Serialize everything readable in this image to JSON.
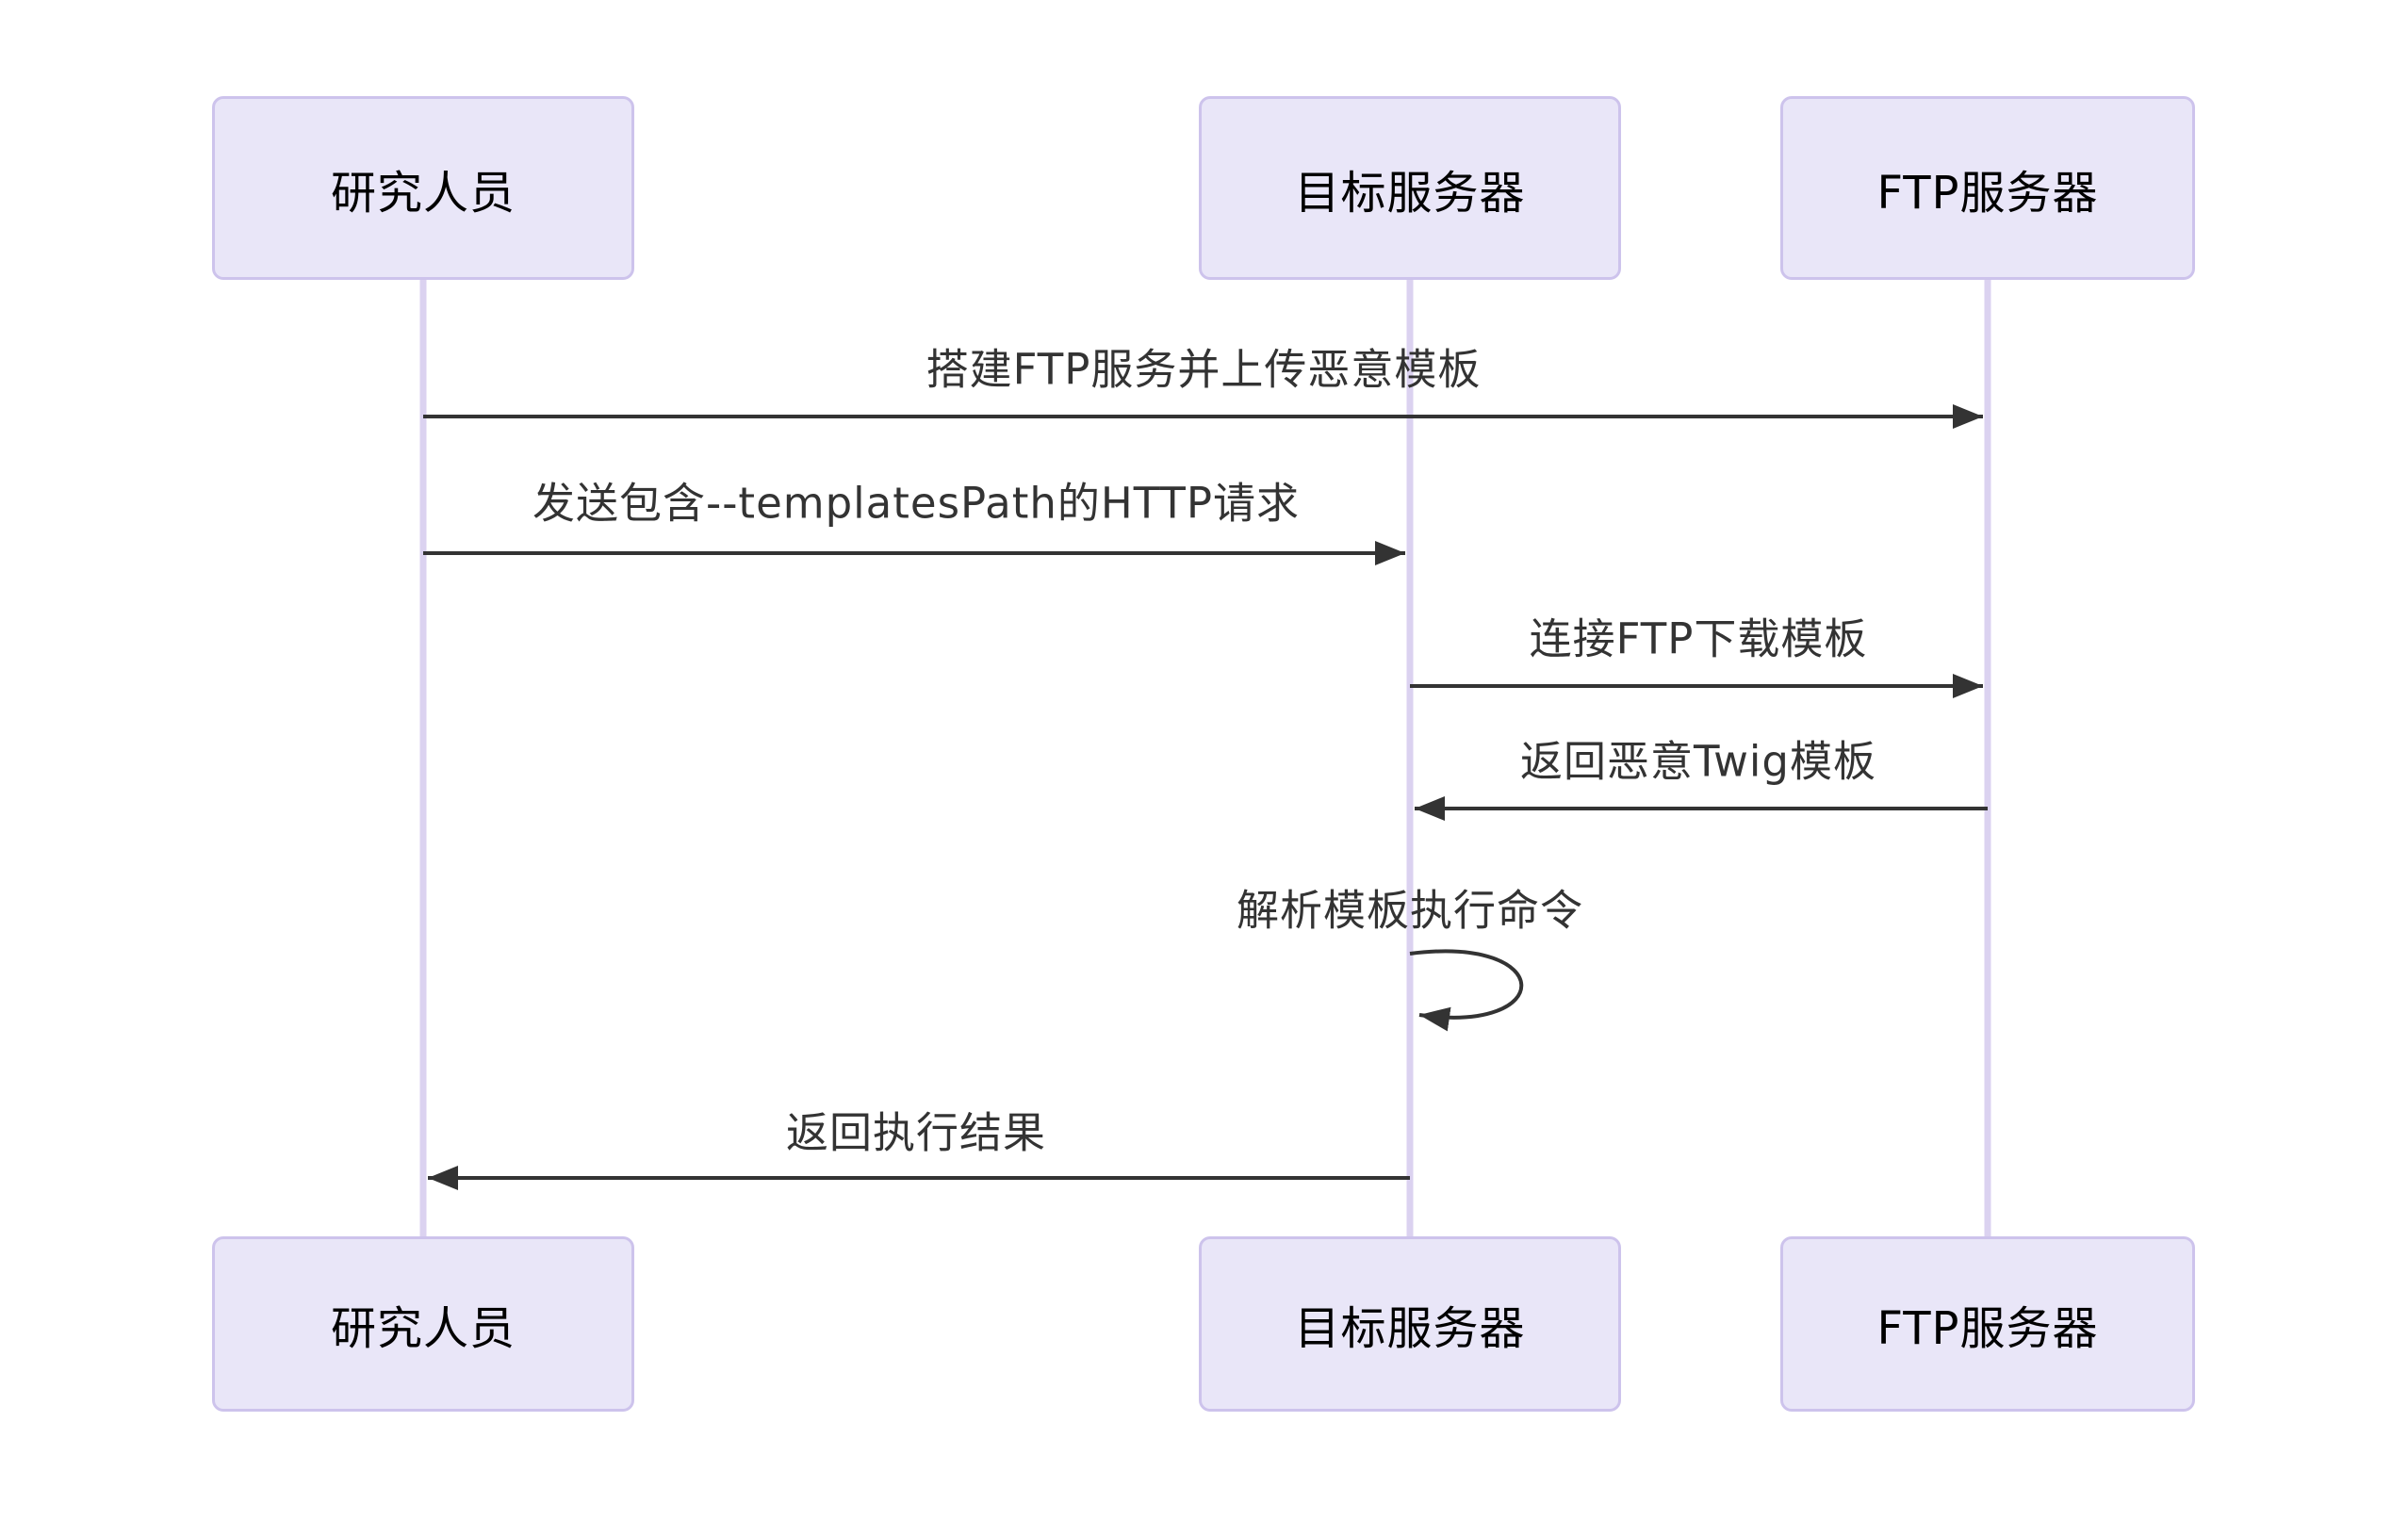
{
  "diagram": {
    "type": "sequence-diagram",
    "background": "#ffffff",
    "colors": {
      "actor_fill": "#e9e6f8",
      "actor_border": "#cdc3ec",
      "lifeline": "#dbd2f0",
      "arrow": "#333333",
      "message_text": "#333333",
      "actor_text": "#000000"
    },
    "actors": [
      {
        "name": "研究人员"
      },
      {
        "name": "目标服务器"
      },
      {
        "name": "FTP服务器"
      }
    ],
    "messages": [
      {
        "from": "研究人员",
        "to": "FTP服务器",
        "label": "搭建FTP服务并上传恶意模板",
        "direction": "right"
      },
      {
        "from": "研究人员",
        "to": "目标服务器",
        "label": "发送包含--templatesPath的HTTP请求",
        "direction": "right"
      },
      {
        "from": "目标服务器",
        "to": "FTP服务器",
        "label": "连接FTP下载模板",
        "direction": "right"
      },
      {
        "from": "FTP服务器",
        "to": "目标服务器",
        "label": "返回恶意Twig模板",
        "direction": "left"
      },
      {
        "from": "目标服务器",
        "to": "目标服务器",
        "label": "解析模板执行命令",
        "direction": "self"
      },
      {
        "from": "目标服务器",
        "to": "研究人员",
        "label": "返回执行结果",
        "direction": "left"
      }
    ]
  }
}
